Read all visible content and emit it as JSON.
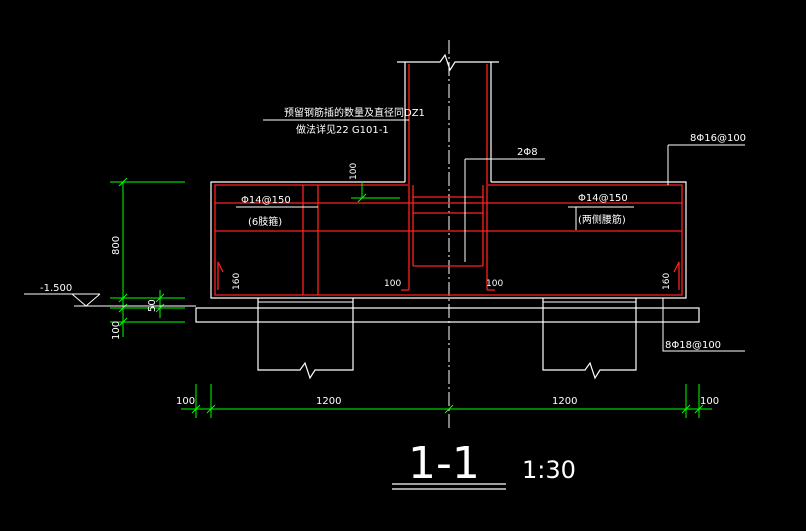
{
  "colors": {
    "background": "#000000",
    "outline": "#ffffff",
    "rebar": "#ff2020",
    "dimension": "#00ff00",
    "leader": "#ffffff",
    "centerline": "#ffffff"
  },
  "notes": {
    "column_rebar_line1": "预留钢筋插的数量及直径同DZ1",
    "column_rebar_line2": "做法详见22 G101-1",
    "stirrup": "2Φ8",
    "top_rebar": "8Φ16@100",
    "left_rebar_line1": "Φ14@150",
    "left_rebar_line2": "(6肢箍)",
    "right_rebar_line1": "Φ14@150",
    "right_rebar_line2": "(两侧腰筋)",
    "bottom_rebar": "8Φ18@100",
    "elevation": "-1.500"
  },
  "labels": {
    "dim_100_top": "100",
    "dim_160_left": "160",
    "dim_100_inner_left": "100",
    "dim_100_inner_right": "100",
    "dim_160_right": "160"
  },
  "dimensions": {
    "height_800": "800",
    "height_50": "50",
    "height_100": "100",
    "left_100": "100",
    "span_left": "1200",
    "span_right": "1200",
    "right_100": "100"
  },
  "title": {
    "section": "1-1",
    "scale": "1:30"
  }
}
